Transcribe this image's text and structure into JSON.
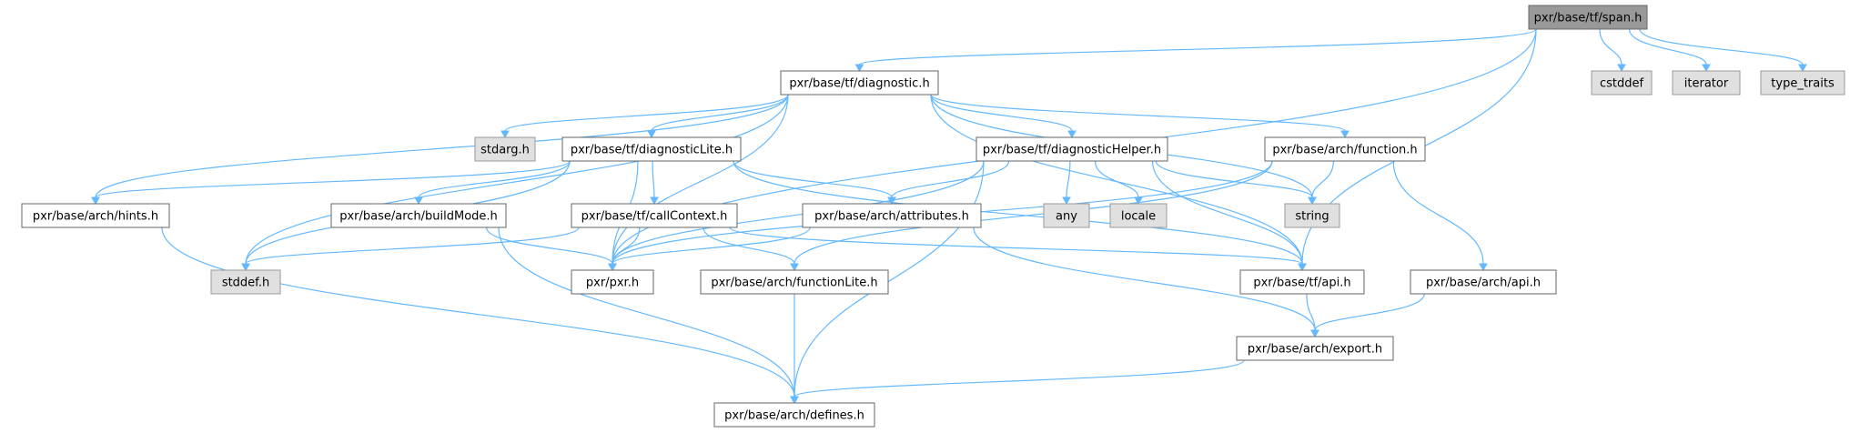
{
  "diagram": {
    "colors": {
      "edge": "#63b8ff",
      "root_fill": "#999999",
      "system_fill": "#e0e0e0",
      "local_fill": "#ffffff"
    },
    "nodes": {
      "span": {
        "label": "pxr/base/tf/span.h",
        "kind": "root"
      },
      "cstddef": {
        "label": "cstddef",
        "kind": "system"
      },
      "iterator": {
        "label": "iterator",
        "kind": "system"
      },
      "type_traits": {
        "label": "type_traits",
        "kind": "system"
      },
      "diagnostic": {
        "label": "pxr/base/tf/diagnostic.h",
        "kind": "local"
      },
      "stdarg": {
        "label": "stdarg.h",
        "kind": "system"
      },
      "diagnosticLite": {
        "label": "pxr/base/tf/diagnosticLite.h",
        "kind": "local"
      },
      "diagnosticHelper": {
        "label": "pxr/base/tf/diagnosticHelper.h",
        "kind": "local"
      },
      "function": {
        "label": "pxr/base/arch/function.h",
        "kind": "local"
      },
      "hints": {
        "label": "pxr/base/arch/hints.h",
        "kind": "local"
      },
      "buildMode": {
        "label": "pxr/base/arch/buildMode.h",
        "kind": "local"
      },
      "callContext": {
        "label": "pxr/base/tf/callContext.h",
        "kind": "local"
      },
      "attributes": {
        "label": "pxr/base/arch/attributes.h",
        "kind": "local"
      },
      "any": {
        "label": "any",
        "kind": "system"
      },
      "locale": {
        "label": "locale",
        "kind": "system"
      },
      "string": {
        "label": "string",
        "kind": "system"
      },
      "stddef": {
        "label": "stddef.h",
        "kind": "system"
      },
      "pxr": {
        "label": "pxr/pxr.h",
        "kind": "local"
      },
      "functionLite": {
        "label": "pxr/base/arch/functionLite.h",
        "kind": "local"
      },
      "tfapi": {
        "label": "pxr/base/tf/api.h",
        "kind": "local"
      },
      "archapi": {
        "label": "pxr/base/arch/api.h",
        "kind": "local"
      },
      "export": {
        "label": "pxr/base/arch/export.h",
        "kind": "local"
      },
      "defines": {
        "label": "pxr/base/arch/defines.h",
        "kind": "local"
      }
    },
    "edges": [
      [
        "span",
        "cstddef"
      ],
      [
        "span",
        "iterator"
      ],
      [
        "span",
        "type_traits"
      ],
      [
        "span",
        "diagnostic"
      ],
      [
        "span",
        "pxr"
      ],
      [
        "span",
        "tfapi"
      ],
      [
        "diagnostic",
        "hints"
      ],
      [
        "diagnostic",
        "stddef"
      ],
      [
        "diagnostic",
        "pxr"
      ],
      [
        "diagnostic",
        "stdarg"
      ],
      [
        "diagnostic",
        "diagnosticLite"
      ],
      [
        "diagnostic",
        "diagnosticHelper"
      ],
      [
        "diagnostic",
        "string"
      ],
      [
        "diagnostic",
        "function"
      ],
      [
        "diagnostic",
        "tfapi"
      ],
      [
        "diagnosticLite",
        "hints"
      ],
      [
        "diagnosticLite",
        "stddef"
      ],
      [
        "diagnosticLite",
        "buildMode"
      ],
      [
        "diagnosticLite",
        "pxr"
      ],
      [
        "diagnosticLite",
        "callContext"
      ],
      [
        "diagnosticLite",
        "attributes"
      ],
      [
        "diagnosticLite",
        "tfapi"
      ],
      [
        "diagnosticHelper",
        "pxr"
      ],
      [
        "diagnosticHelper",
        "attributes"
      ],
      [
        "diagnosticHelper",
        "any"
      ],
      [
        "diagnosticHelper",
        "locale"
      ],
      [
        "diagnosticHelper",
        "string"
      ],
      [
        "diagnosticHelper",
        "tfapi"
      ],
      [
        "diagnosticHelper",
        "defines"
      ],
      [
        "function",
        "string"
      ],
      [
        "function",
        "pxr"
      ],
      [
        "function",
        "functionLite"
      ],
      [
        "function",
        "archapi"
      ],
      [
        "hints",
        "defines"
      ],
      [
        "buildMode",
        "pxr"
      ],
      [
        "buildMode",
        "defines"
      ],
      [
        "callContext",
        "stddef"
      ],
      [
        "callContext",
        "pxr"
      ],
      [
        "callContext",
        "functionLite"
      ],
      [
        "callContext",
        "tfapi"
      ],
      [
        "attributes",
        "pxr"
      ],
      [
        "attributes",
        "export"
      ],
      [
        "functionLite",
        "defines"
      ],
      [
        "tfapi",
        "export"
      ],
      [
        "archapi",
        "export"
      ],
      [
        "export",
        "defines"
      ]
    ]
  }
}
